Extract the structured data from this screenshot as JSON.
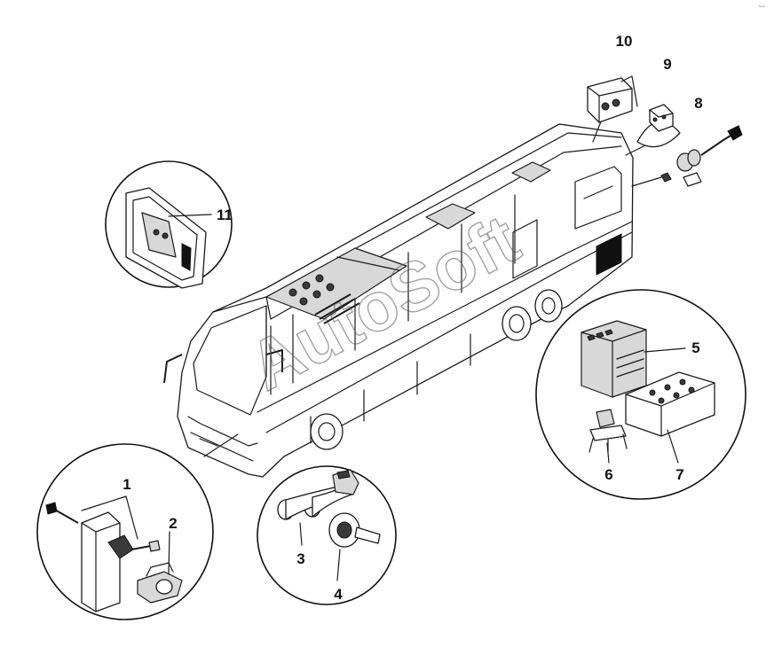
{
  "diagram": {
    "callouts": {
      "c1": "1",
      "c2": "2",
      "c3": "3",
      "c4": "4",
      "c5": "5",
      "c6": "6",
      "c7": "7",
      "c8": "8",
      "c9": "9",
      "c10": "10",
      "c11": "11"
    },
    "watermark": "AutoSoft",
    "corner_mark": "--"
  }
}
